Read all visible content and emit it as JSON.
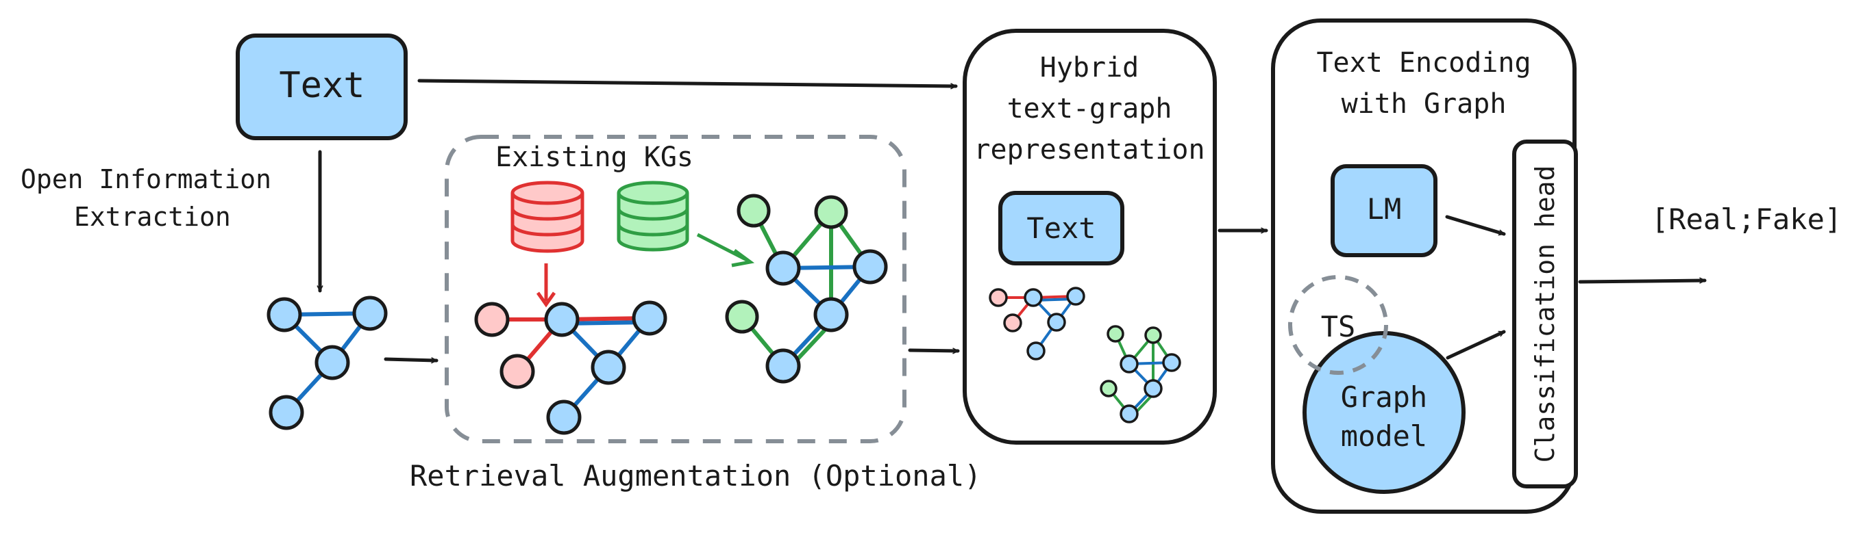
{
  "colors": {
    "node_fill": "#a5d8ff",
    "edge_blue": "#1971c2",
    "kg_red_fill": "#ffc9c9",
    "kg_red_edge": "#e03131",
    "kg_green_fill": "#b2f2bb",
    "kg_green_edge": "#2f9e44",
    "outline": "#1a1a1a",
    "dashed_border": "#868e96"
  },
  "input": {
    "text_label": "Text"
  },
  "extraction": {
    "label_line1": "Open Information",
    "label_line2": "Extraction"
  },
  "retrieval": {
    "kgs_label": "Existing KGs",
    "caption": "Retrieval Augmentation (Optional)"
  },
  "hybrid": {
    "title_line1": "Hybrid",
    "title_line2": "text-graph",
    "title_line3": "representation",
    "text_label": "Text"
  },
  "encoding": {
    "title_line1": "Text Encoding",
    "title_line2": "with Graph",
    "lm_label": "LM",
    "ts_label": "TS",
    "graph_model_line1": "Graph",
    "graph_model_line2": "model",
    "head_label": "Classification head"
  },
  "output": {
    "label": "[Real;Fake]"
  }
}
